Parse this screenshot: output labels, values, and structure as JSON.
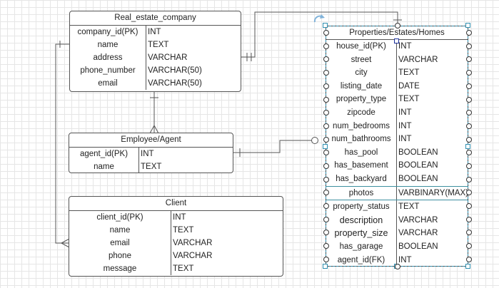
{
  "entities": {
    "real_estate_company": {
      "title": "Real_estate_company",
      "rows": [
        {
          "name": "company_id(PK)",
          "type": "INT"
        },
        {
          "name": "name",
          "type": "TEXT"
        },
        {
          "name": "address",
          "type": "VARCHAR"
        },
        {
          "name": "phone_number",
          "type": "VARCHAR(50)"
        },
        {
          "name": "email",
          "type": "VARCHAR(50)"
        }
      ]
    },
    "employee_agent": {
      "title": "Employee/Agent",
      "rows": [
        {
          "name": "agent_id(PK)",
          "type": "INT"
        },
        {
          "name": "name",
          "type": "TEXT"
        }
      ]
    },
    "client": {
      "title": "Client",
      "rows": [
        {
          "name": "client_id(PK)",
          "type": "INT"
        },
        {
          "name": "name",
          "type": "TEXT"
        },
        {
          "name": "email",
          "type": "VARCHAR"
        },
        {
          "name": "phone",
          "type": "VARCHAR"
        },
        {
          "name": "message",
          "type": "TEXT"
        }
      ]
    },
    "properties": {
      "title": "Properties/Estates/Homes",
      "rows": [
        {
          "name": "house_id(PK)",
          "type": "INT"
        },
        {
          "name": "street",
          "type": "VARCHAR"
        },
        {
          "name": "city",
          "type": "TEXT"
        },
        {
          "name": "listing_date",
          "type": "DATE"
        },
        {
          "name": "property_type",
          "type": "TEXT"
        },
        {
          "name": "zipcode",
          "type": "INT"
        },
        {
          "name": "num_bedrooms",
          "type": "INT"
        },
        {
          "name": "num_bathrooms",
          "type": "INT"
        },
        {
          "name": "has_pool",
          "type": "BOOLEAN"
        },
        {
          "name": "has_basement",
          "type": "BOOLEAN"
        },
        {
          "name": "has_backyard",
          "type": "BOOLEAN"
        },
        {
          "name": "photos",
          "type": "VARBINARY(MAX)"
        },
        {
          "name": "property_status",
          "type": "TEXT"
        },
        {
          "name": "description",
          "type": "VARCHAR"
        },
        {
          "name": "property_size",
          "type": "VARCHAR"
        },
        {
          "name": "has_garage",
          "type": "BOOLEAN"
        },
        {
          "name": "agent_id(FK)",
          "type": "INT"
        }
      ]
    }
  },
  "colors": {
    "grid": "#e6e6e6",
    "entity_border": "#555555",
    "selection": "#2f8fb0",
    "line": "#555555"
  }
}
